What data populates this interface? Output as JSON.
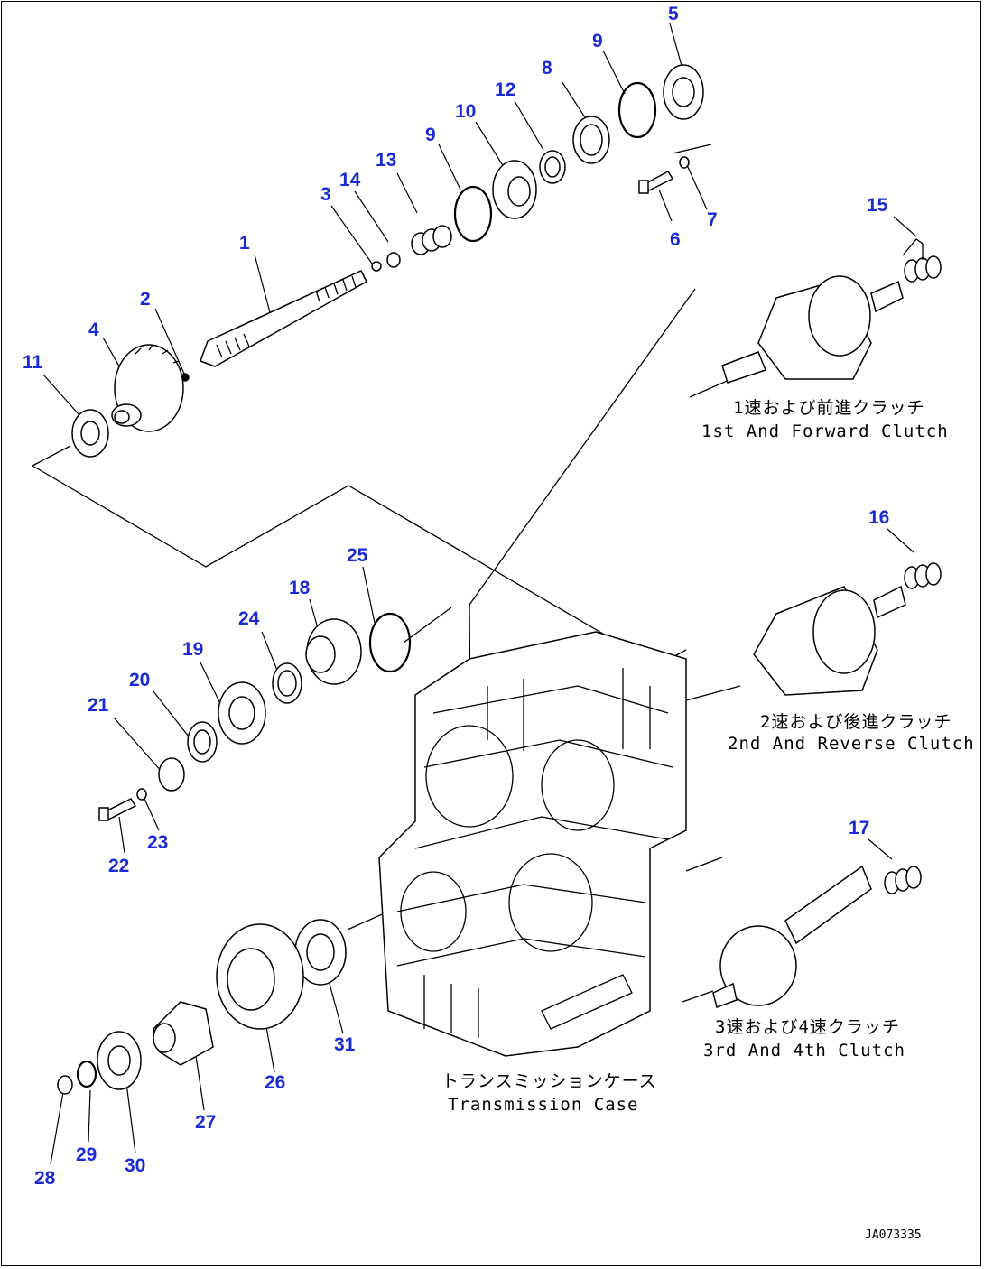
{
  "part_numbers": [
    {
      "id": "n1",
      "text": "1"
    },
    {
      "id": "n2",
      "text": "2"
    },
    {
      "id": "n3",
      "text": "3"
    },
    {
      "id": "n4",
      "text": "4"
    },
    {
      "id": "n5",
      "text": "5"
    },
    {
      "id": "n6",
      "text": "6"
    },
    {
      "id": "n7",
      "text": "7"
    },
    {
      "id": "n8",
      "text": "8"
    },
    {
      "id": "n9a",
      "text": "9"
    },
    {
      "id": "n9b",
      "text": "9"
    },
    {
      "id": "n10",
      "text": "10"
    },
    {
      "id": "n11",
      "text": "11"
    },
    {
      "id": "n12",
      "text": "12"
    },
    {
      "id": "n13",
      "text": "13"
    },
    {
      "id": "n14",
      "text": "14"
    },
    {
      "id": "n15",
      "text": "15"
    },
    {
      "id": "n16",
      "text": "16"
    },
    {
      "id": "n17",
      "text": "17"
    },
    {
      "id": "n18",
      "text": "18"
    },
    {
      "id": "n19",
      "text": "19"
    },
    {
      "id": "n20",
      "text": "20"
    },
    {
      "id": "n21",
      "text": "21"
    },
    {
      "id": "n22",
      "text": "22"
    },
    {
      "id": "n23",
      "text": "23"
    },
    {
      "id": "n24",
      "text": "24"
    },
    {
      "id": "n25",
      "text": "25"
    },
    {
      "id": "n26",
      "text": "26"
    },
    {
      "id": "n27",
      "text": "27"
    },
    {
      "id": "n28",
      "text": "28"
    },
    {
      "id": "n29",
      "text": "29"
    },
    {
      "id": "n30",
      "text": "30"
    },
    {
      "id": "n31",
      "text": "31"
    }
  ],
  "captions": {
    "clutch1_jp": "1速および前進クラッチ",
    "clutch1_en": "1st And Forward Clutch",
    "clutch2_jp": "2速および後進クラッチ",
    "clutch2_en": "2nd And Reverse Clutch",
    "clutch3_jp": "3速および4速クラッチ",
    "clutch3_en": "3rd And 4th Clutch",
    "case_jp": "トランスミッションケース",
    "case_en": "Transmission Case"
  },
  "drawing_ref": "JA073335",
  "colors": {
    "callout": "#1a2bd6",
    "line": "#000000",
    "background": "#ffffff"
  }
}
